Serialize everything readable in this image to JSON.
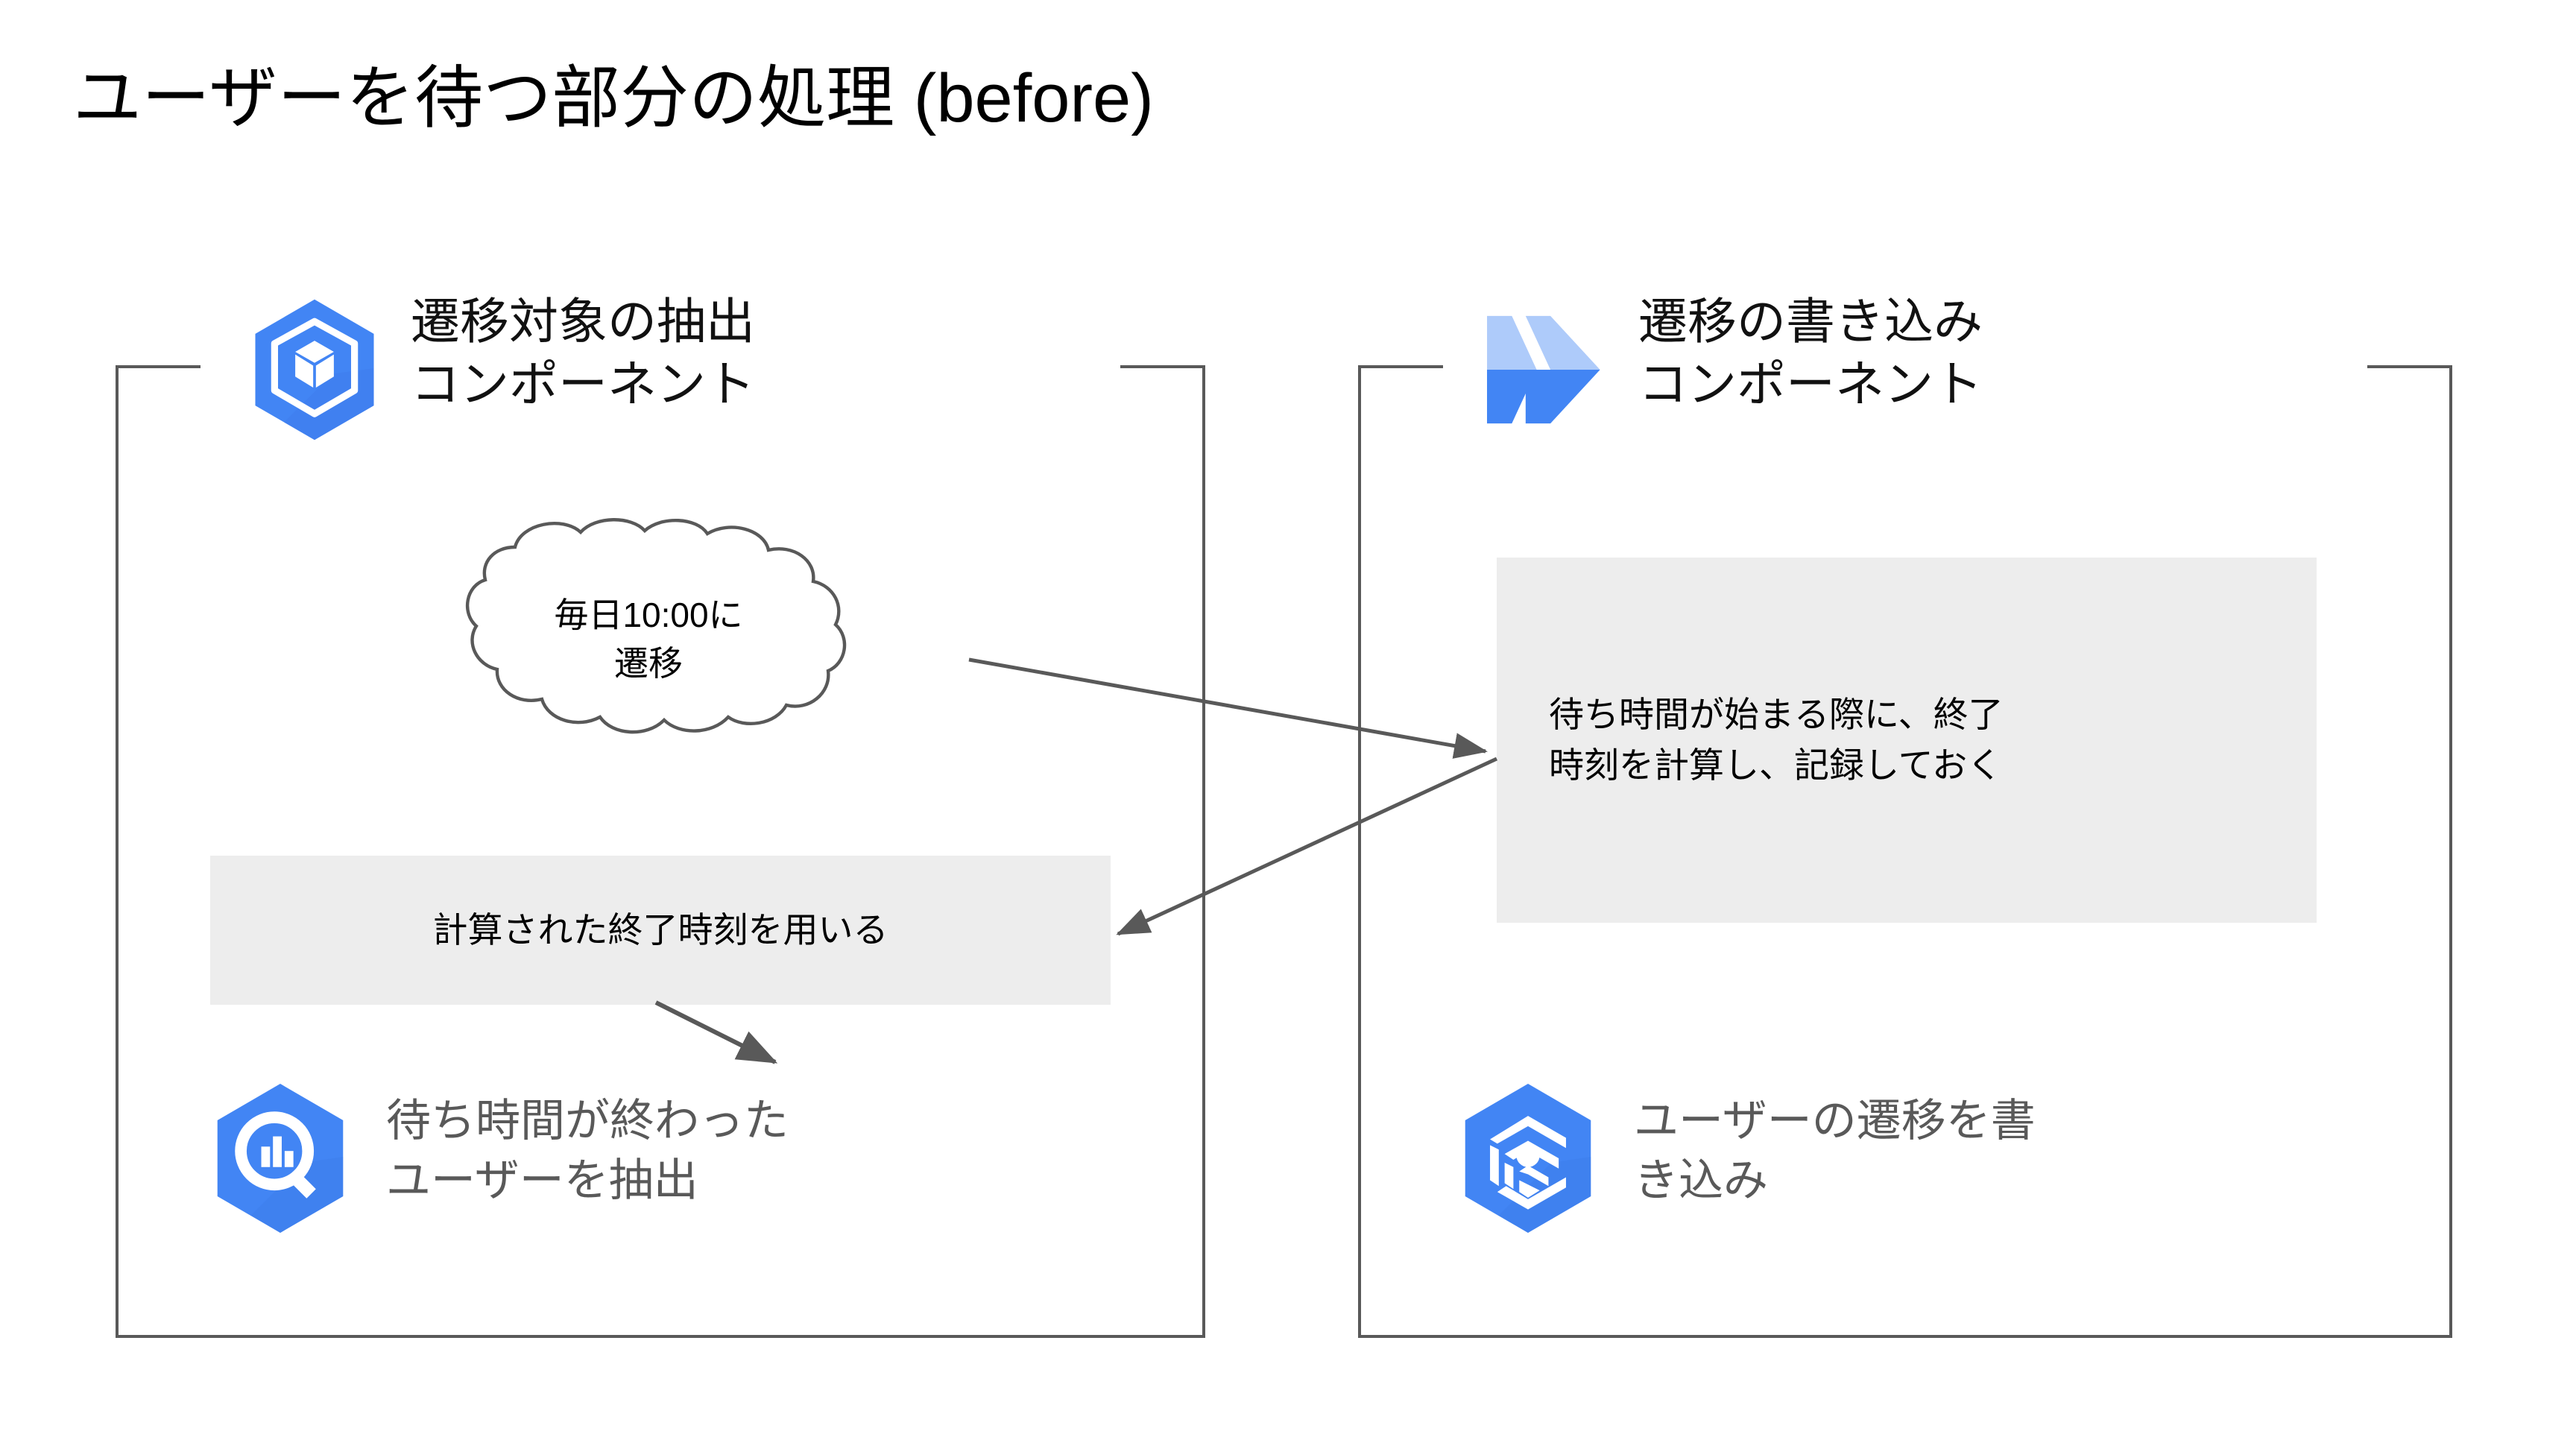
{
  "slide": {
    "title": "ユーザーを待つ部分の処理 (before)",
    "background_color": "#FFFFFF"
  },
  "colors": {
    "gcp_blue": "#4285F4",
    "gcp_blue_light": "#AECBFA",
    "note_gray": "#EDEDED",
    "border_gray": "#595959",
    "label_gray": "#595959",
    "text_black": "#000000"
  },
  "components": {
    "left": {
      "icon_name": "kubernetes-engine-icon",
      "title": "遷移対象の抽出\nコンポーネント",
      "cloud": {
        "icon_name": "cloud-thought-shape",
        "text": "毎日10:00に\n遷移"
      },
      "note": {
        "text": "計算された終了時刻を用いる",
        "fill": "#EDEDED"
      },
      "service": {
        "icon_name": "bigquery-icon",
        "label": "待ち時間が終わった\nユーザーを抽出"
      }
    },
    "right": {
      "icon_name": "cloud-run-chevron-icon",
      "title": "遷移の書き込み\nコンポーネント",
      "note": {
        "text": "待ち時間が始まる際に、終了\n時刻を計算し、記録しておく",
        "fill": "#EDEDED"
      },
      "service": {
        "icon_name": "dataflow-icon",
        "label": "ユーザーの遷移を書\nき込み"
      }
    }
  },
  "connectors": [
    {
      "name": "cloud-to-right-note-arrow",
      "from": "cloud-thought-shape",
      "to": "right-note-box",
      "direction": "right-down",
      "color": "#595959"
    },
    {
      "name": "right-note-to-left-note-arrow",
      "from": "right-note-box",
      "to": "left-note-box",
      "direction": "left-down",
      "color": "#595959"
    },
    {
      "name": "left-note-to-bigquery-arrow",
      "from": "left-note-box",
      "to": "bigquery-service",
      "direction": "right-down",
      "color": "#595959"
    }
  ]
}
